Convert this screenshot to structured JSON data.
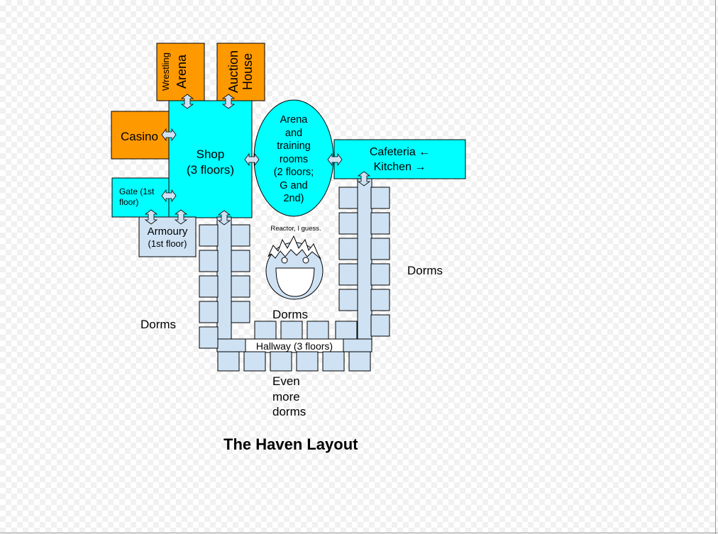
{
  "title": "The Haven Layout",
  "rooms": {
    "wrestling_arena": {
      "line1": "Wrestling",
      "line2": "Arena"
    },
    "auction_house": {
      "line1": "Auction",
      "line2": "House"
    },
    "casino": "Casino",
    "shop": {
      "line1": "Shop",
      "line2": "(3 floors)"
    },
    "gate": {
      "line1": "Gate (1st",
      "line2": "floor)"
    },
    "armoury": {
      "line1": "Armoury",
      "line2": "(1st floor)"
    },
    "arena_training": {
      "line1": "Arena",
      "line2": "and",
      "line3": "training",
      "line4": "rooms",
      "line5": "(2 floors;",
      "line6": "G and",
      "line7": "2nd)"
    },
    "cafeteria": {
      "line1": "Cafeteria ←",
      "line2": "Kitchen →"
    },
    "reactor": "Reactor, I guess.",
    "hallway": "Hallway (3 floors)"
  },
  "labels": {
    "dorms_left": "Dorms",
    "dorms_right": "Dorms",
    "dorms_center": "Dorms",
    "even_more_dorms": {
      "line1": "Even",
      "line2": "more",
      "line3": "dorms"
    }
  },
  "colors": {
    "orange": "#ff9900",
    "cyan": "#00ffff",
    "light_blue": "#cfe2f3",
    "arrow_fill": "#cfe2f3",
    "outline": "#000000",
    "face": "#cfe2f3",
    "background": "#ffffff"
  }
}
